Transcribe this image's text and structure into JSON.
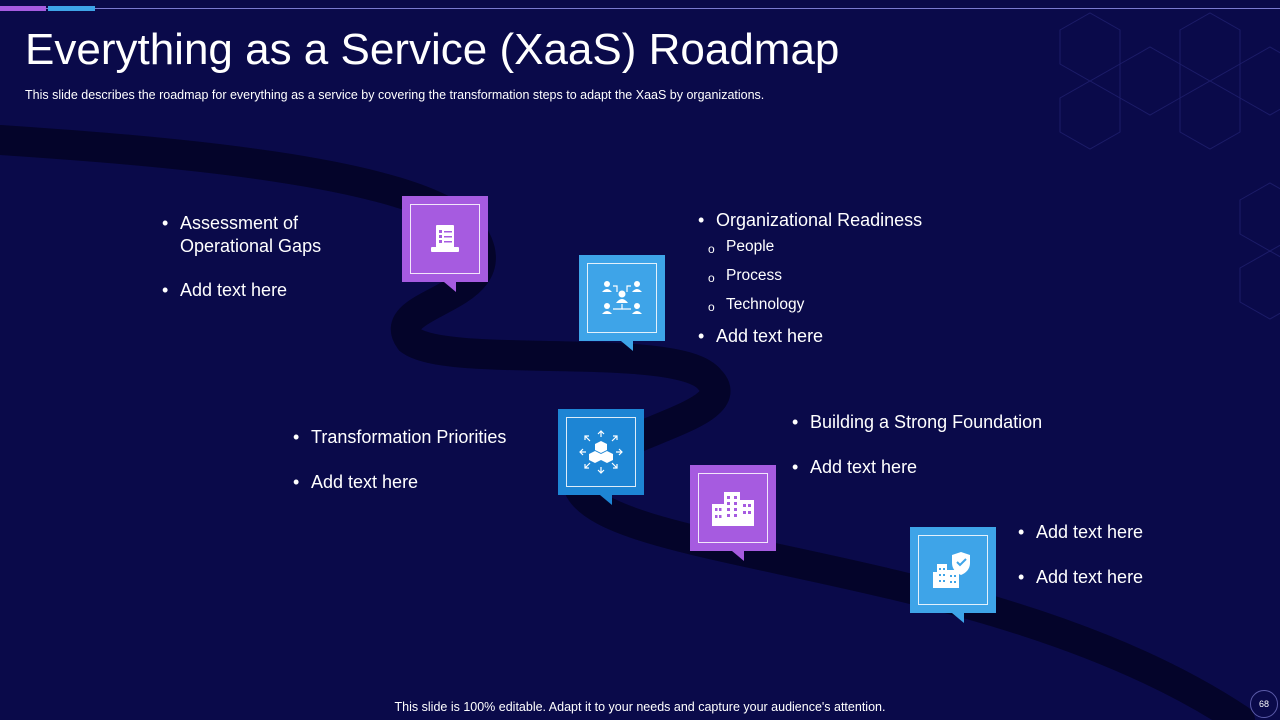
{
  "slide": {
    "title": "Everything as a Service (XaaS) Roadmap",
    "subtitle": "This slide describes the roadmap for everything  as a service  by covering  the transformation  steps to adapt the XaaS  by organizations.",
    "footer": "This slide is 100% editable. Adapt it to your needs and capture your audience's attention.",
    "page_number": "68"
  },
  "colors": {
    "background": "#0a0a4a",
    "road": "#04042a",
    "purple": "#a65be0",
    "light_blue": "#3ea4e8",
    "mid_blue": "#1d85d4"
  },
  "steps": [
    {
      "icon": "checklist-document-icon",
      "bullets": [
        "Assessment of",
        "Operational Gaps",
        "Add text here"
      ]
    },
    {
      "icon": "organization-network-icon",
      "heading": "Organizational Readiness",
      "sub_items": [
        "People",
        "Process",
        "Technology"
      ],
      "bullets": [
        "Add text here"
      ]
    },
    {
      "icon": "cube-cluster-icon",
      "bullets": [
        "Transformation Priorities",
        "Add text here"
      ]
    },
    {
      "icon": "buildings-icon",
      "bullets": [
        "Building a Strong Foundation",
        "Add text here"
      ]
    },
    {
      "icon": "secure-building-icon",
      "bullets": [
        "Add text here",
        "Add text here"
      ]
    }
  ],
  "bullet_symbol": "•",
  "sub_bullet_symbol": "o"
}
